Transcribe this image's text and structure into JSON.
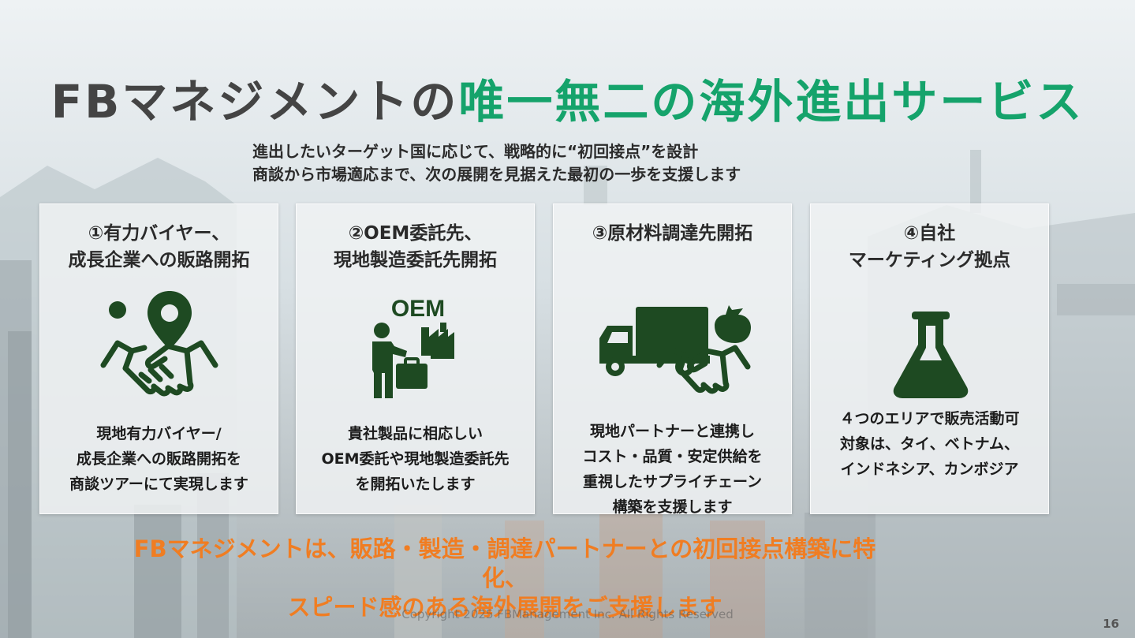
{
  "slide": {
    "title_part1": "FBマネジメントの",
    "title_part2": "唯一無二の海外進出サービス",
    "subtitle": [
      "進出したいターゲット国に応じて、戦略的に“初回接点”を設計",
      "商談から市場適応まで、次の展開を見据えた最初の一歩を支援します"
    ],
    "cards": [
      {
        "title_lines": [
          "①有力バイヤー、",
          "成長企業への販路開拓"
        ],
        "icon": "handshake-location-icon",
        "desc_lines": [
          "現地有力バイヤー/",
          "成長企業への販路開拓を",
          "商談ツアーにて実現します"
        ]
      },
      {
        "title_lines": [
          "②OEM委託先、",
          "現地製造委託先開拓"
        ],
        "icon": "oem-factory-icon",
        "icon_label": "OEM",
        "desc_lines": [
          "貴社製品に相応しい",
          "OEM委託や現地製造委託先",
          "を開拓いたします"
        ]
      },
      {
        "title_lines": [
          "③原材料調達先開拓"
        ],
        "icon": "truck-handshake-icon",
        "desc_lines": [
          "現地パートナーと連携し",
          "コスト・品質・安定供給を",
          "重視したサプライチェーン",
          "構築を支援します"
        ]
      },
      {
        "title_lines": [
          "④自社",
          "マーケティング拠点"
        ],
        "icon": "flask-icon",
        "desc_lines": [
          "４つのエリアで販売活動可",
          "対象は、タイ、ベトナム、",
          "インドネシア、カンボジア"
        ]
      }
    ],
    "bottom_lines": [
      "FBマネジメントは、販路・製造・調達パートナーとの初回接点構築に特",
      "化、",
      "スピード感のある海外展開をご支援します"
    ],
    "copyright": "Copyright 2025 FBManagement Inc. All Rights Reserved",
    "page_number": "16",
    "colors": {
      "title_dark": "#444444",
      "title_green": "#15a36b",
      "icon_green": "#1e4a22",
      "accent_orange": "#f07d22"
    }
  }
}
